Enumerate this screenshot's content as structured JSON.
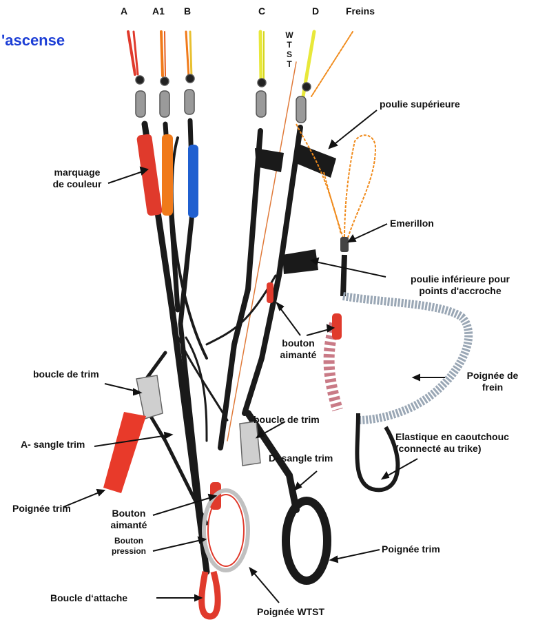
{
  "title": "'ascense",
  "riser_headers": [
    "A",
    "A1",
    "B",
    "C",
    "D",
    "Freins"
  ],
  "wtst_letters": [
    "W",
    "T",
    "S",
    "T"
  ],
  "labels": {
    "marquage": "marquage\nde couleur",
    "poulie_sup": "poulie supérieure",
    "emerillon": "Emerillon",
    "poulie_inf": "poulie inférieure pour\npoints d'accroche",
    "bouton_aimante_right": "bouton\naimanté",
    "boucle_trim_left": "boucle de trim",
    "poignee_frein": "Poignée de\nfrein",
    "boucle_trim_mid": "boucle de trim",
    "a_sangle": "A- sangle trim",
    "elastique": "Elastique en caoutchouc\n(connecté au trike)",
    "d_sangle": "D- sangle trim",
    "poignee_trim_left": "Poignée trim",
    "bouton_aimante_left": "Bouton\naimanté",
    "bouton_pression": "Bouton\npression",
    "poignee_trim_right": "Poignée trim",
    "boucle_attache": "Boucle d‘attache",
    "poignee_wtst": "Poignée WTST"
  },
  "colors": {
    "title_blue": "#1d3fd6",
    "riser_a": "#e03a2c",
    "riser_a1": "#f07a1a",
    "riser_b": "#1f5fd0",
    "riser_cd": "#e8e83a",
    "brake_line": "#f08a1a",
    "webbing": "#1a1a1a"
  }
}
